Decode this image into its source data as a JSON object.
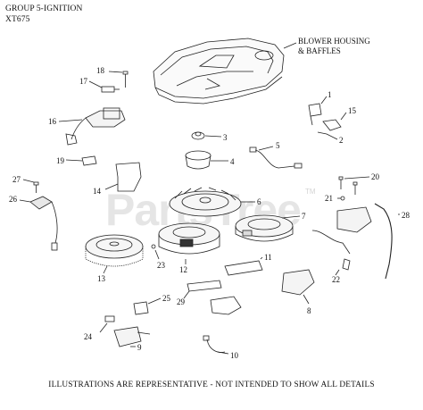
{
  "header": {
    "group": "GROUP 5-IGNITION",
    "model": "XT675"
  },
  "blower_label": {
    "line1": "BLOWER HOUSING",
    "line2": "& BAFFLES"
  },
  "watermark": "PartsTree",
  "watermark_tm": "TM",
  "footer": "ILLUSTRATIONS ARE REPRESENTATIVE - NOT INTENDED TO SHOW ALL DETAILS",
  "callouts": {
    "c1": "1",
    "c2": "2",
    "c3": "3",
    "c4": "4",
    "c5": "5",
    "c6": "6",
    "c7": "7",
    "c8": "8",
    "c9": "9",
    "c10": "10",
    "c11": "11",
    "c12": "12",
    "c13": "13",
    "c14": "14",
    "c15": "15",
    "c16": "16",
    "c17": "17",
    "c18": "18",
    "c19": "19",
    "c20": "20",
    "c21": "21",
    "c22": "22",
    "c23": "23",
    "c24": "24",
    "c25": "25",
    "c26": "26",
    "c27": "27",
    "c28": "28",
    "c29": "29"
  }
}
